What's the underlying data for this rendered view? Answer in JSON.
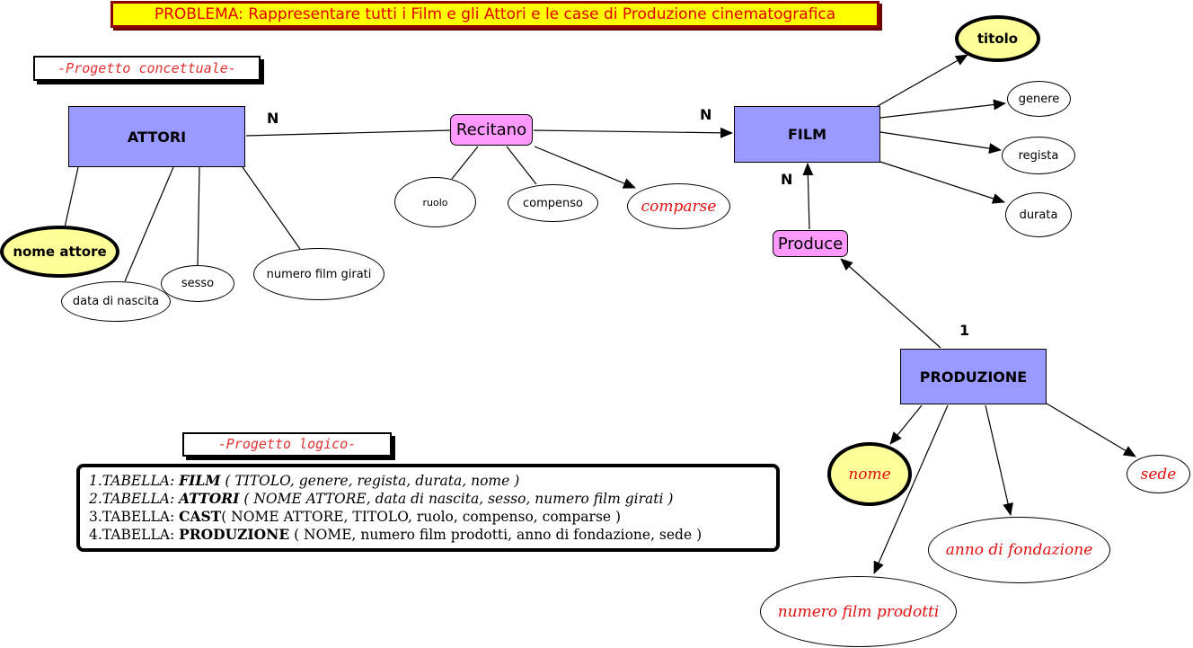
{
  "banner": {
    "text": "PROBLEMA: Rappresentare tutti i Film e gli Attori e le case di Produzione cinematografica"
  },
  "section_labels": {
    "conceptual": "-Progetto concettuale-",
    "logical": "-Progetto logico-"
  },
  "colors": {
    "entity_fill": "#9999ff",
    "relationship_fill": "#ff99ff",
    "key_attribute_fill": "#ffff99",
    "banner_fill": "#ffff00",
    "banner_text": "#e00000",
    "banner_border": "#8b0000",
    "red_attribute_text": "#e01010"
  },
  "entities": {
    "attori": "ATTORI",
    "film": "FILM",
    "produzione": "PRODUZIONE"
  },
  "relationships": {
    "recitano": "Recitano",
    "produce": "Produce"
  },
  "cardinalities": {
    "attori_recitano": "N",
    "recitano_film": "N",
    "produce_film": "N",
    "produzione_produce": "1"
  },
  "attributes": {
    "attori": {
      "nome_attore": "nome attore",
      "data_di_nascita": "data di nascita",
      "sesso": "sesso",
      "numero_film_girati": "numero film girati"
    },
    "recitano": {
      "ruolo": "ruolo",
      "compenso": "compenso",
      "comparse": "comparse"
    },
    "film": {
      "titolo": "titolo",
      "genere": "genere",
      "regista": "regista",
      "durata": "durata"
    },
    "produzione": {
      "nome": "nome",
      "numero_film_prodotti": "numero film prodotti",
      "anno_di_fondazione": "anno di fondazione",
      "sede": "sede"
    }
  },
  "logical_model": {
    "rows": [
      {
        "prefix": "1.TABELLA: ",
        "name": "FILM",
        "fields": " ( TITOLO, genere, regista, durata, nome  )"
      },
      {
        "prefix": "2.TABELLA: ",
        "name": "ATTORI",
        "fields": " ( NOME ATTORE, data di nascita, sesso, numero film girati  )"
      },
      {
        "prefix": "3.TABELLA: ",
        "name": "CAST",
        "fields": "(  NOME ATTORE, TITOLO, ruolo, compenso, comparse )"
      },
      {
        "prefix": "4.TABELLA: ",
        "name": "PRODUZIONE",
        "fields": " (  NOME, numero film prodotti, anno di fondazione, sede )"
      }
    ]
  }
}
